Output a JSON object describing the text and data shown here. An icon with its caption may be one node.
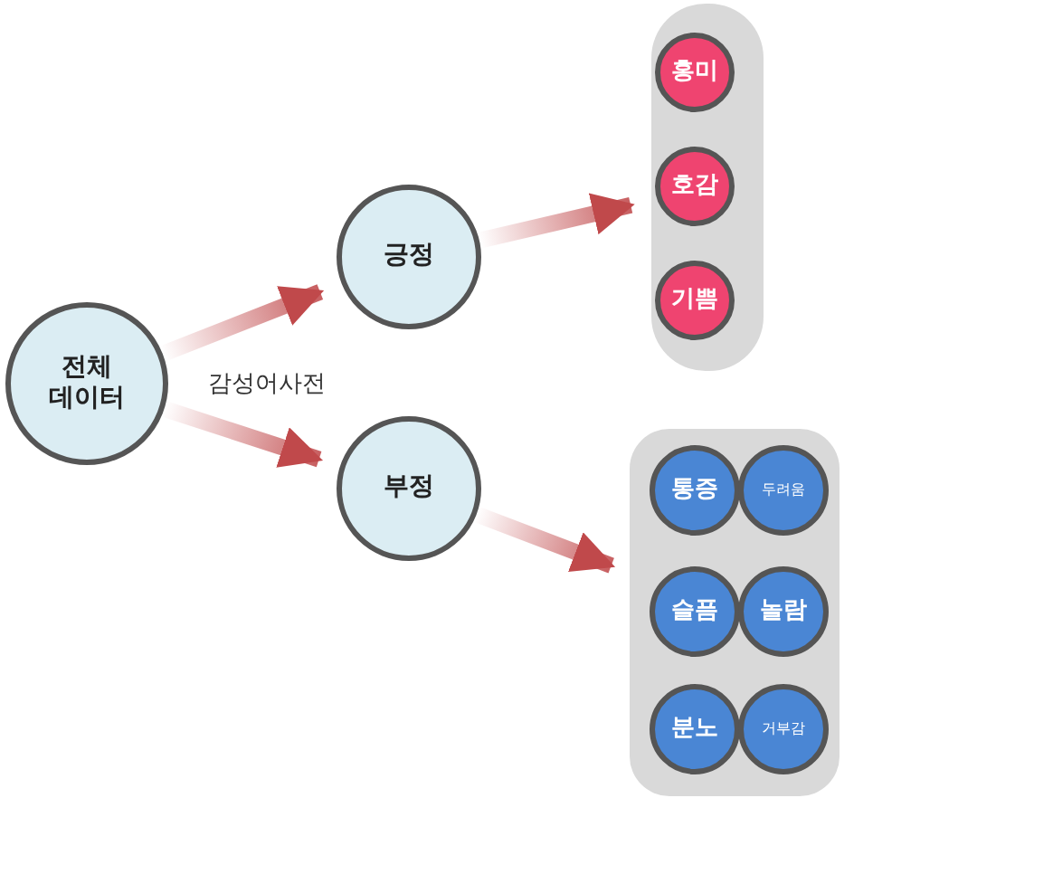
{
  "diagram": {
    "nodes": [
      {
        "text": [
          "전체 데이터"
        ]
      },
      {
        "text": [
          "긍정"
        ]
      },
      {
        "text": [
          "부정"
        ]
      },
      {
        "text": [],
        "shape": "box"
      },
      {
        "text": [
          "홍미"
        ],
        "in": 3
      },
      {
        "text": [
          "호감"
        ],
        "in": 3
      },
      {
        "text": [
          "기쁨"
        ],
        "in": 3
      },
      {
        "text": [],
        "shape": "box"
      },
      {
        "text": [
          "통증"
        ],
        "in": 7
      },
      {
        "text": [
          "두려움"
        ],
        "in": 7
      },
      {
        "text": [
          "슬픔"
        ],
        "in": 7
      },
      {
        "text": [
          "놀람"
        ],
        "in": 7
      },
      {
        "text": [
          "분노"
        ],
        "in": 7
      },
      {
        "text": [
          "거부감"
        ],
        "in": 7
      }
    ],
    "edges": [
      {
        "from": 0,
        "to": 1,
        "arrow": "to",
        "style": "thick"
      },
      {
        "from": 0,
        "to": 2,
        "arrow": "to",
        "style": "thick"
      },
      {
        "from": 1,
        "to": 3,
        "arrow": "to",
        "style": "thick"
      },
      {
        "from": 2,
        "to": 7,
        "arrow": "to",
        "style": "thick"
      }
    ],
    "labels": [
      "감성어사전"
    ]
  }
}
